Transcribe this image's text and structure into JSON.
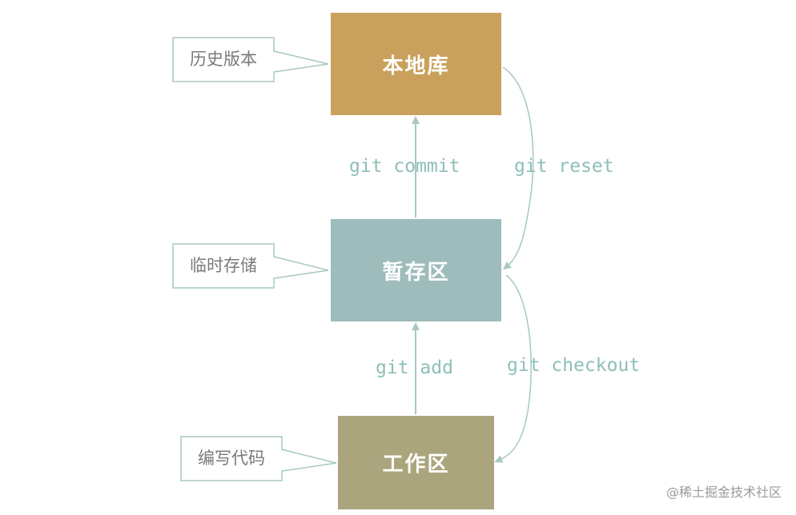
{
  "nodes": {
    "local_repo": "本地库",
    "staging_area": "暂存区",
    "working_dir": "工作区"
  },
  "commands": {
    "commit": "git commit",
    "reset": "git reset",
    "add": "git add",
    "checkout": "git checkout"
  },
  "callouts": {
    "history": "历史版本",
    "temporary": "临时存储",
    "coding": "编写代码"
  },
  "watermark": "@稀土掘金技术社区",
  "colors": {
    "local_repo": "#c9a15c",
    "staging_area": "#9dbcbb",
    "working_dir": "#aaa57c",
    "command_text": "#8ebfb8",
    "connector": "#a8c8c2",
    "callout_border": "#a8c8c2"
  }
}
